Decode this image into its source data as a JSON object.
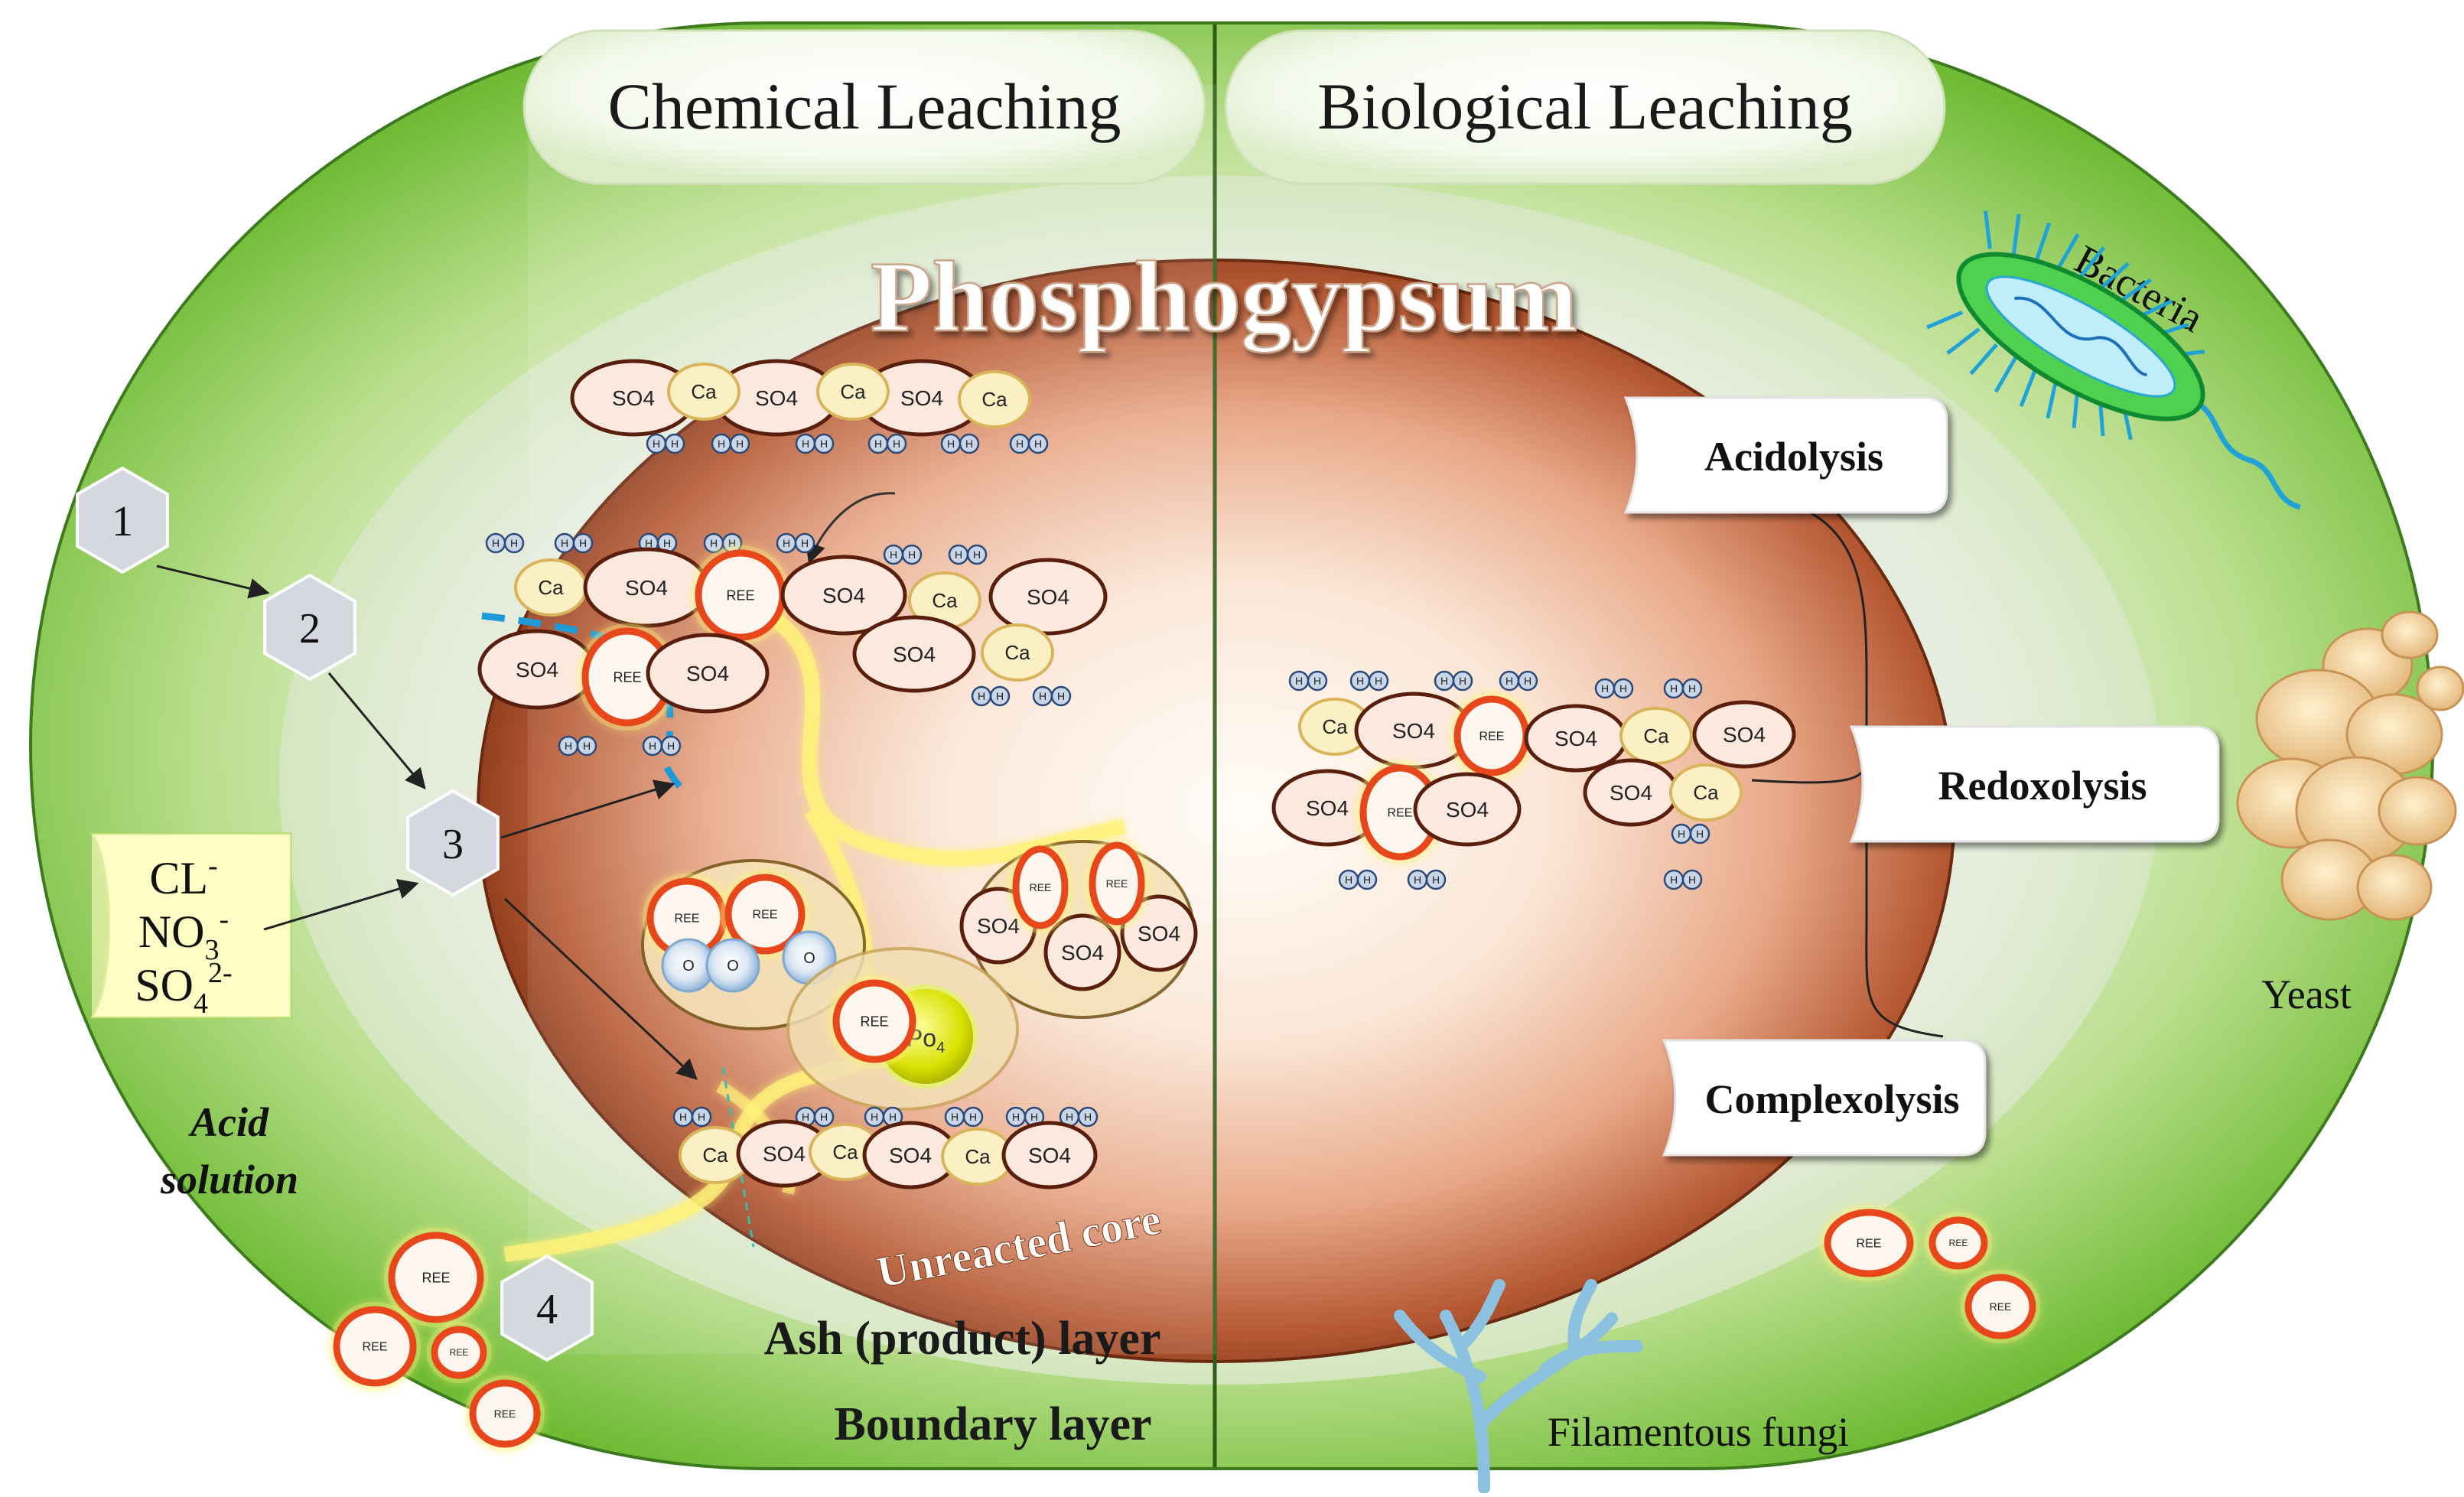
{
  "headers": {
    "chemical": "Chemical Leaching",
    "biological": "Biological Leaching"
  },
  "core_title": "Phosphogypsum",
  "layers": {
    "unreacted_core": "Unreacted core",
    "ash_layer": "Ash (product) layer",
    "boundary_layer": "Boundary layer"
  },
  "acid": {
    "label_line1": "Acid",
    "label_line2": "solution",
    "ion1": "CL",
    "ion1_sup": "-",
    "ion2": "NO",
    "ion2_sub": "3",
    "ion2_sup": "-",
    "ion3": "SO",
    "ion3_sub": "4",
    "ion3_sup": "2-"
  },
  "steps": [
    "1",
    "2",
    "3",
    "4"
  ],
  "mechanisms": [
    "Acidolysis",
    "Redoxolysis",
    "Complexolysis"
  ],
  "organisms": {
    "bacteria": "Bacteria",
    "yeast": "Yeast",
    "fungi": "Filamentous fungi"
  },
  "molecules": {
    "sulfate": "SO4",
    "calcium": "Ca",
    "ree": "REE",
    "phosphate": "Po",
    "phosphate_sub": "4",
    "oxygen": "O",
    "hydrogen": "H"
  },
  "colors": {
    "outer_green": "#7cc242",
    "light_green": "#d6ecc0",
    "core_brown": "#8b3a1a",
    "ree_ring": "#e8471c",
    "glow_yellow": "#fff27a",
    "dashed_blue": "#1e9ad6"
  }
}
